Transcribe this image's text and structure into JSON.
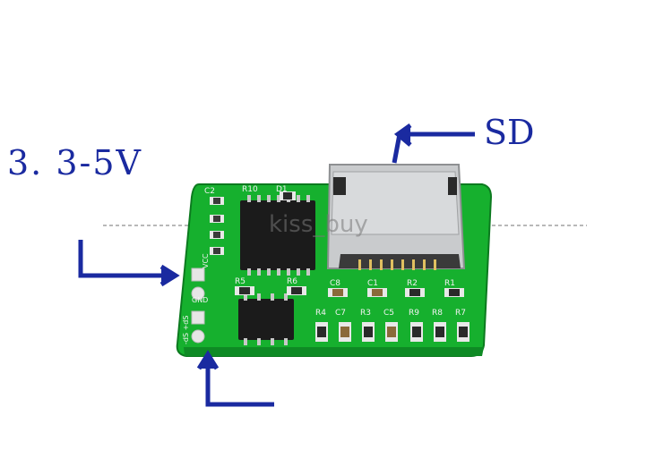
{
  "labels": {
    "voltage": "3. 3-5V",
    "sd": "SD",
    "watermark": "kiss_buy"
  },
  "silkscreen": {
    "c2": "C2",
    "r10": "R10",
    "d1": "D1",
    "vcc": "VCC",
    "gnd": "GND",
    "spk": "-dS  +dS",
    "r5": "R5",
    "r6": "R6",
    "c8": "C8",
    "c1": "C1",
    "r2": "R2",
    "r1": "R1",
    "r4": "R4",
    "c7": "C7",
    "r3": "R3",
    "c5": "C5",
    "r9": "R9",
    "r8": "R8",
    "r7": "R7"
  },
  "colors": {
    "pcb": "#16b02e",
    "arrow": "#1a2aa0",
    "label": "#1a2aa0",
    "chip": "#1b1b1b",
    "sd_slot": "#c9cbcd"
  },
  "icons": [
    "arrow-left-icon",
    "arrow-right-icon",
    "arrow-up-icon"
  ]
}
